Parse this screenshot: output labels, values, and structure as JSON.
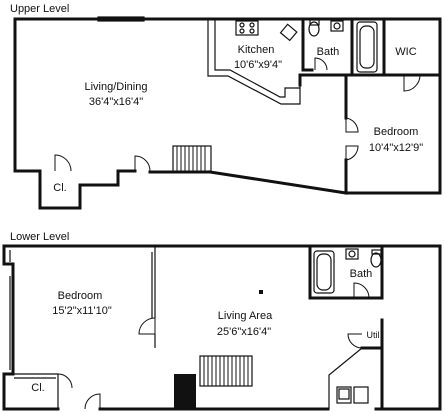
{
  "levels": {
    "upper": {
      "title": "Upper Level",
      "rooms": {
        "living": {
          "name": "Living/Dining",
          "dims": "36'4\"x16'4\""
        },
        "kitchen": {
          "name": "Kitchen",
          "dims": "10'6\"x9'4\""
        },
        "bath": {
          "name": "Bath"
        },
        "wic": {
          "name": "WIC"
        },
        "bedroom": {
          "name": "Bedroom",
          "dims": "10'4\"x12'9\""
        },
        "closet": {
          "name": "Cl."
        }
      }
    },
    "lower": {
      "title": "Lower Level",
      "rooms": {
        "bedroom": {
          "name": "Bedroom",
          "dims": "15'2\"x11'10\""
        },
        "living": {
          "name": "Living Area",
          "dims": "25'6\"x16'4\""
        },
        "bath": {
          "name": "Bath"
        },
        "util": {
          "name": "Util"
        },
        "closet": {
          "name": "Cl."
        }
      }
    }
  }
}
